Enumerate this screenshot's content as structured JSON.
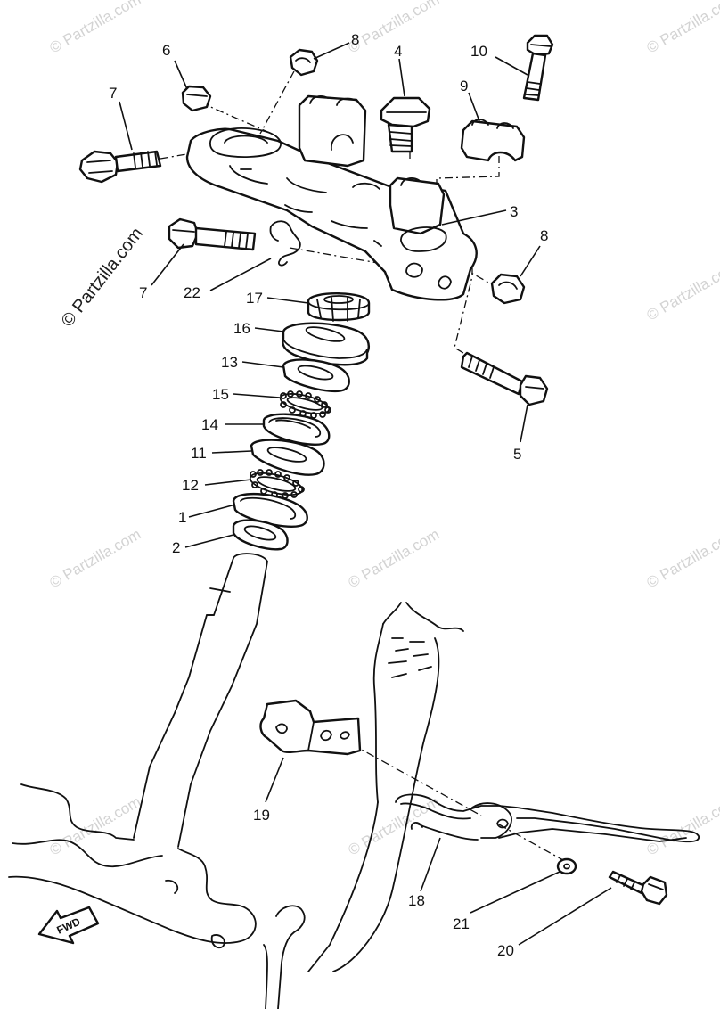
{
  "watermarks": {
    "text": "© Partzilla.com",
    "dark_text": "© Partzilla.com"
  },
  "fwd_marker": "FWD",
  "labels": {
    "l1": "1",
    "l2": "2",
    "l3": "3",
    "l4": "4",
    "l5": "5",
    "l6": "6",
    "l7a": "7",
    "l7b": "7",
    "l8a": "8",
    "l8b": "8",
    "l9": "9",
    "l10": "10",
    "l11": "11",
    "l12": "12",
    "l13": "13",
    "l14": "14",
    "l15": "15",
    "l16": "16",
    "l17": "17",
    "l18": "18",
    "l19": "19",
    "l20": "20",
    "l21": "21",
    "l22": "22"
  }
}
